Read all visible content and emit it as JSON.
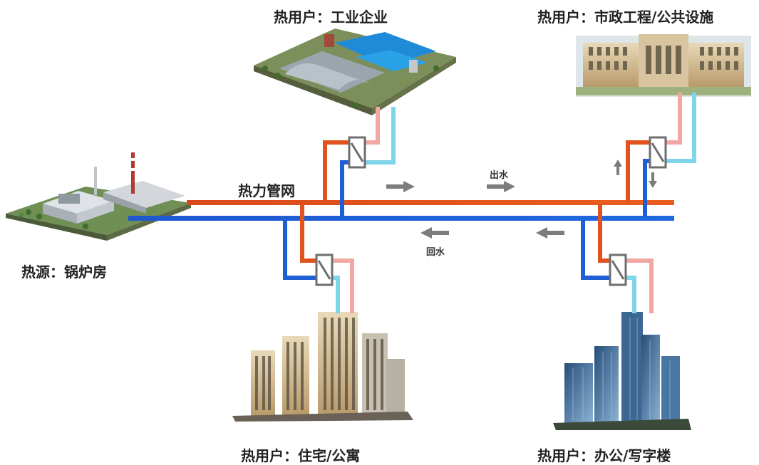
{
  "network_label": "热力管网",
  "flow": {
    "supply_label": "出水",
    "return_label": "回水"
  },
  "source": {
    "label": "热源：锅炉房"
  },
  "users": {
    "industrial": "热用户：工业企业",
    "municipal": "热用户：市政工程/公共设施",
    "residential": "热用户：住宅/公寓",
    "office": "热用户：办公/写字楼"
  },
  "colors": {
    "supply_pipe": "#e2521e",
    "return_pipe": "#1f5fd6",
    "hot_branch": "#f2a7a2",
    "cold_branch": "#7fd6ea",
    "arrow": "#7c7c7c"
  }
}
